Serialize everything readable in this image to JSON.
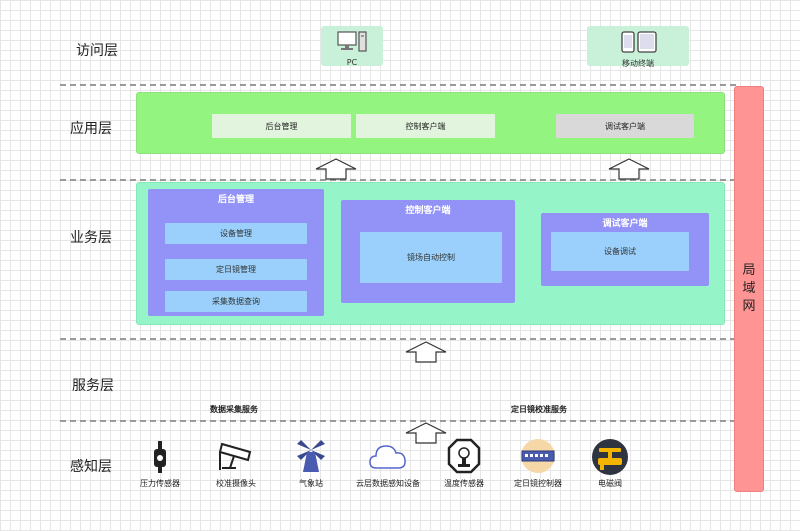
{
  "layers": {
    "access": "访问层",
    "application": "应用层",
    "business": "业务层",
    "service": "服务层",
    "perception": "感知层"
  },
  "access": {
    "pc_label": "PC",
    "mobile_label": "移动终端"
  },
  "application": {
    "items": [
      "后台管理",
      "控制客户端",
      "调试客户端"
    ]
  },
  "business": {
    "backend": {
      "title": "后台管理",
      "items": [
        "设备管理",
        "定日镜管理",
        "采集数据查询"
      ]
    },
    "control_client": {
      "title": "控制客户端",
      "items": [
        "镜场自动控制"
      ]
    },
    "debug_client": {
      "title": "调试客户端",
      "items": [
        "设备调试"
      ]
    }
  },
  "service": {
    "items": [
      "数据采集服务",
      "定日镜校准服务"
    ]
  },
  "perception": {
    "devices": [
      {
        "label": "压力传感器",
        "icon": "pressure-sensor-icon"
      },
      {
        "label": "校准摄像头",
        "icon": "camera-icon"
      },
      {
        "label": "气象站",
        "icon": "windmill-icon"
      },
      {
        "label": "云层数据感知设备",
        "icon": "cloud-icon"
      },
      {
        "label": "温度传感器",
        "icon": "thermometer-icon"
      },
      {
        "label": "定日镜控制器",
        "icon": "controller-icon"
      },
      {
        "label": "电磁阀",
        "icon": "valve-icon"
      }
    ]
  },
  "lan": {
    "chars": [
      "局",
      "域",
      "网"
    ]
  },
  "colors": {
    "app_panel": "#93f57f",
    "biz_panel": "#96f5c8",
    "biz_module": "#9393f7",
    "biz_sub": "#9ad0fb",
    "lan": "#ff9494",
    "device_box": "#c9f0d8"
  }
}
